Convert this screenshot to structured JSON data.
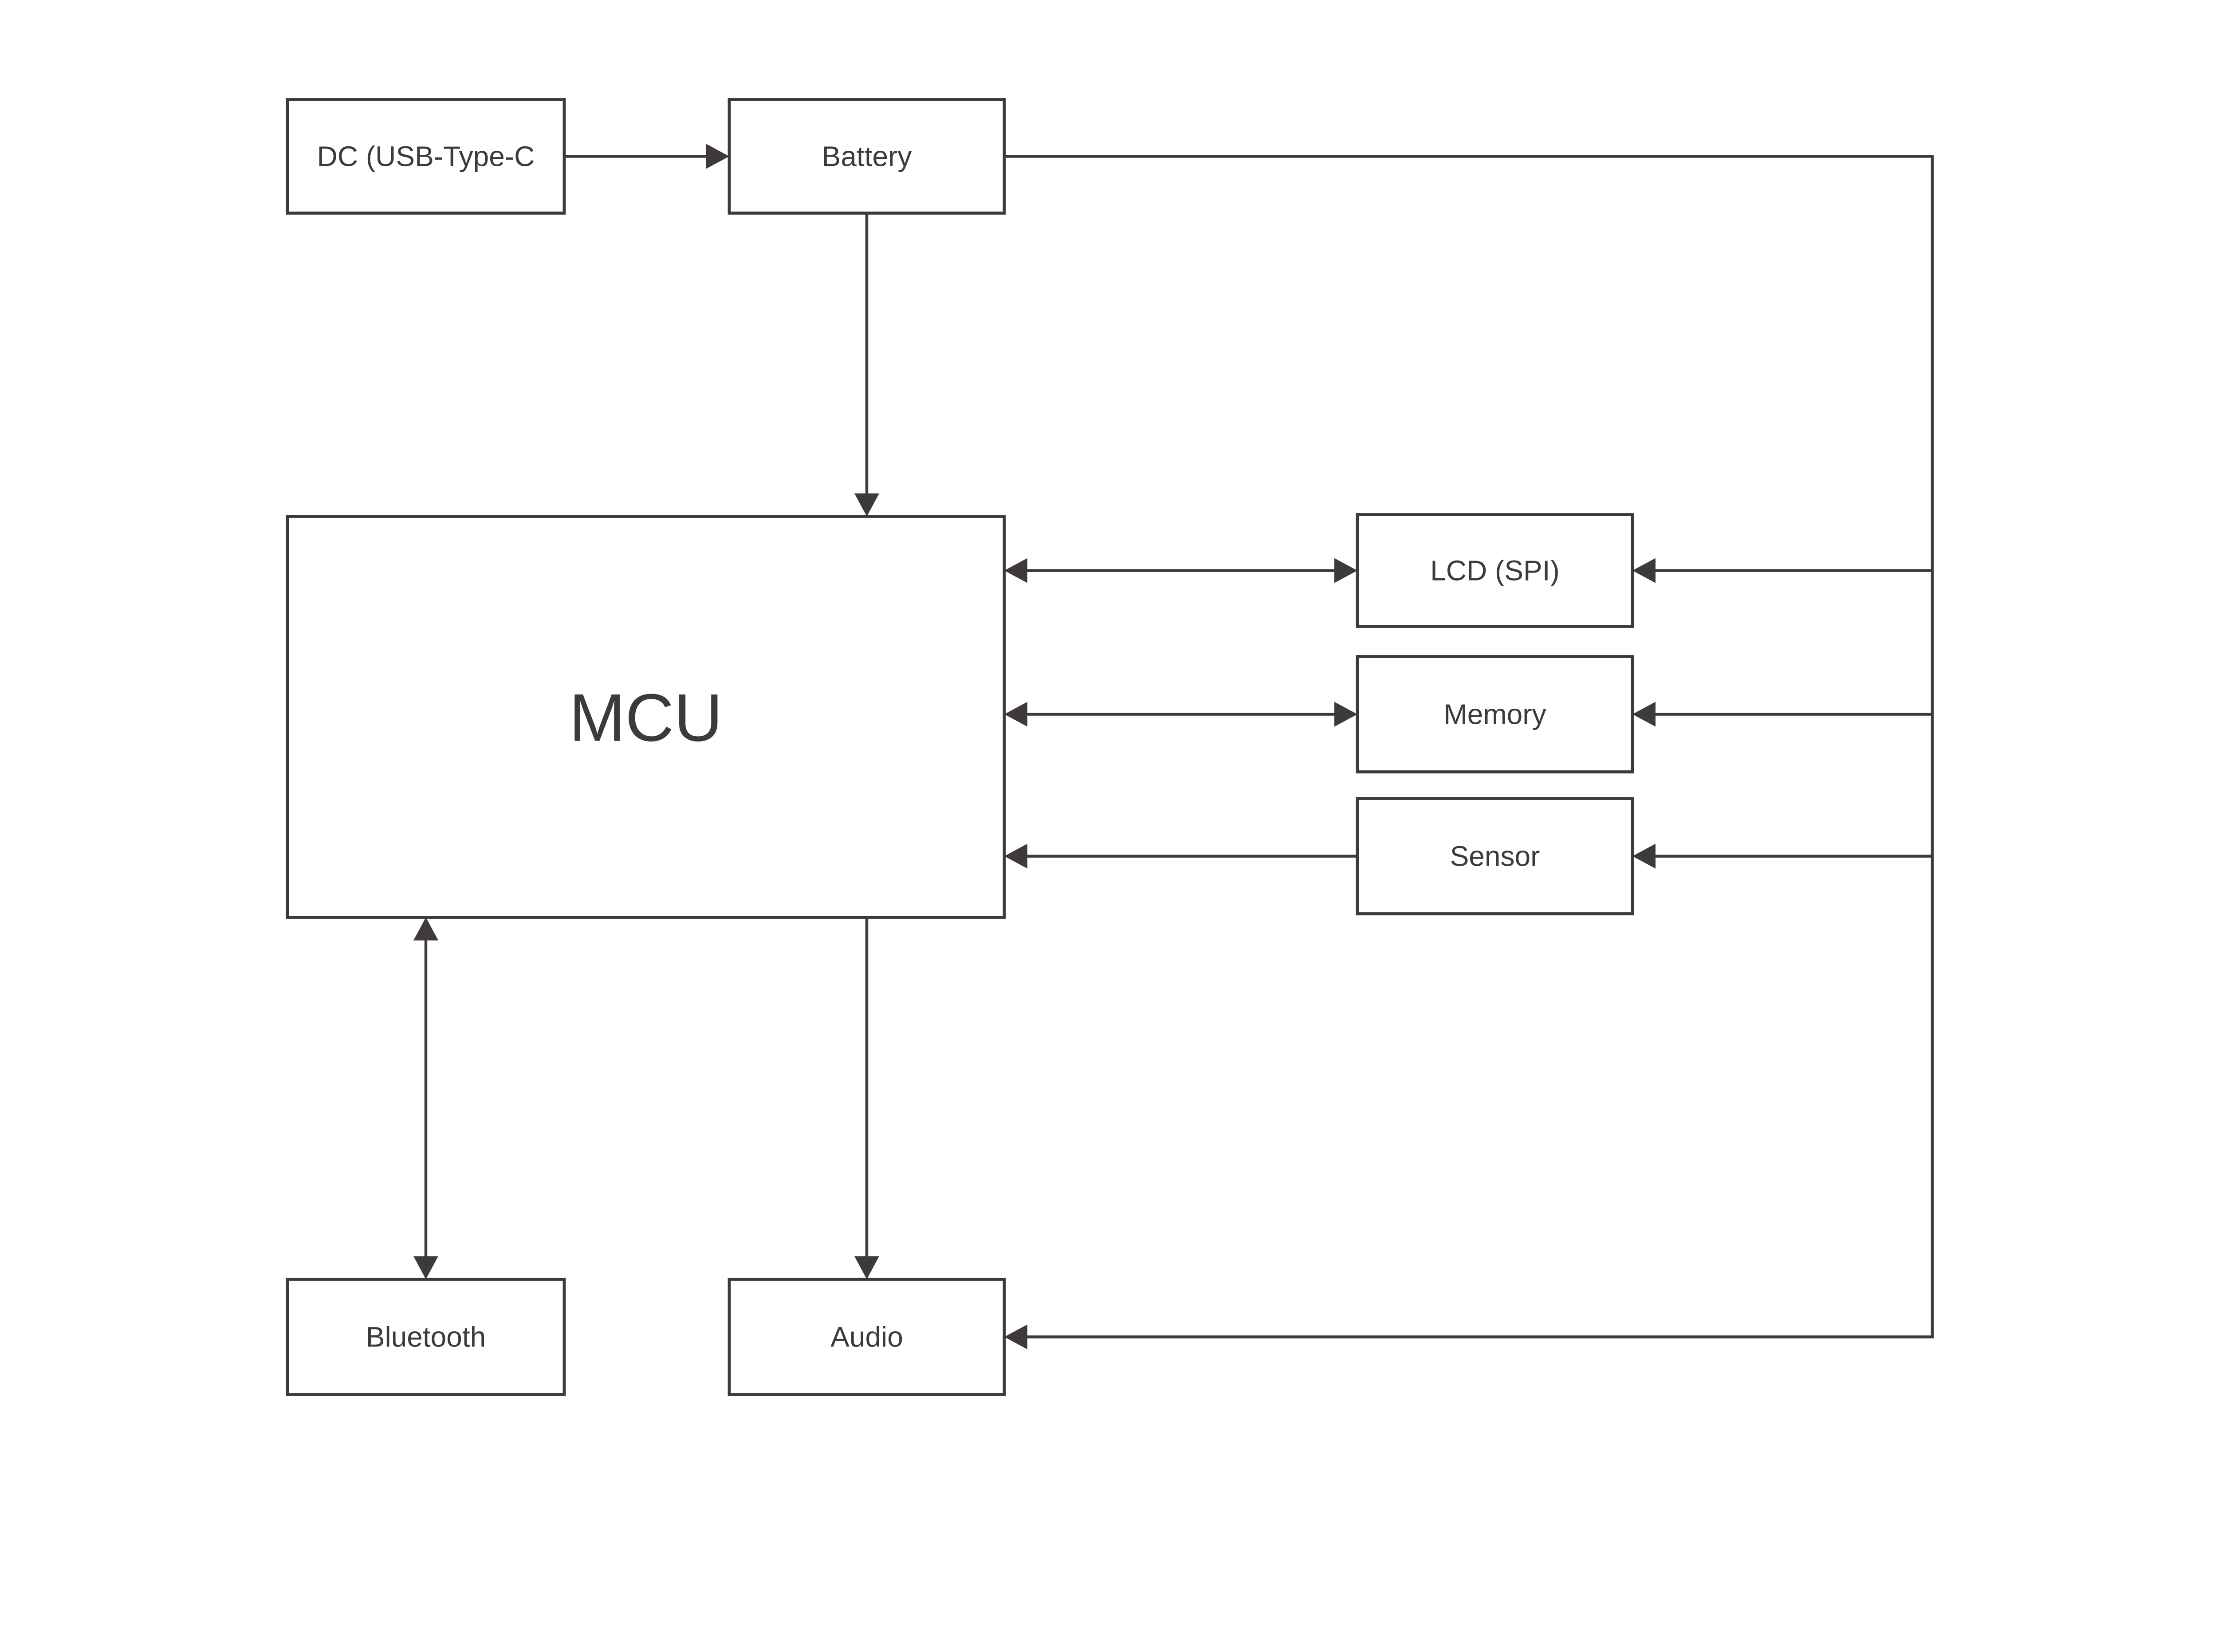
{
  "diagram": {
    "background": "#ffffff",
    "ink": "#3d3a39",
    "nodes": [
      {
        "id": "dc-power",
        "label": "DC (USB-Type-C"
      },
      {
        "id": "battery",
        "label": "Battery"
      },
      {
        "id": "mcu",
        "label": "MCU"
      },
      {
        "id": "lcd",
        "label": "LCD (SPI)"
      },
      {
        "id": "memory",
        "label": "Memory"
      },
      {
        "id": "sensor",
        "label": "Sensor"
      },
      {
        "id": "bluetooth",
        "label": "Bluetooth"
      },
      {
        "id": "audio",
        "label": "Audio"
      }
    ],
    "edges": [
      {
        "from": "dc-power",
        "to": "battery",
        "direction": "one-way"
      },
      {
        "from": "battery",
        "to": "mcu",
        "direction": "one-way"
      },
      {
        "from": "battery",
        "to": "audio",
        "direction": "one-way",
        "via": "right-power-bus"
      },
      {
        "from": "right-power-bus",
        "to": "lcd",
        "direction": "one-way"
      },
      {
        "from": "right-power-bus",
        "to": "memory",
        "direction": "one-way"
      },
      {
        "from": "right-power-bus",
        "to": "sensor",
        "direction": "one-way"
      },
      {
        "from": "mcu",
        "to": "lcd",
        "direction": "two-way"
      },
      {
        "from": "mcu",
        "to": "memory",
        "direction": "two-way"
      },
      {
        "from": "sensor",
        "to": "mcu",
        "direction": "one-way"
      },
      {
        "from": "mcu",
        "to": "bluetooth",
        "direction": "two-way"
      },
      {
        "from": "mcu",
        "to": "audio",
        "direction": "one-way"
      }
    ]
  }
}
